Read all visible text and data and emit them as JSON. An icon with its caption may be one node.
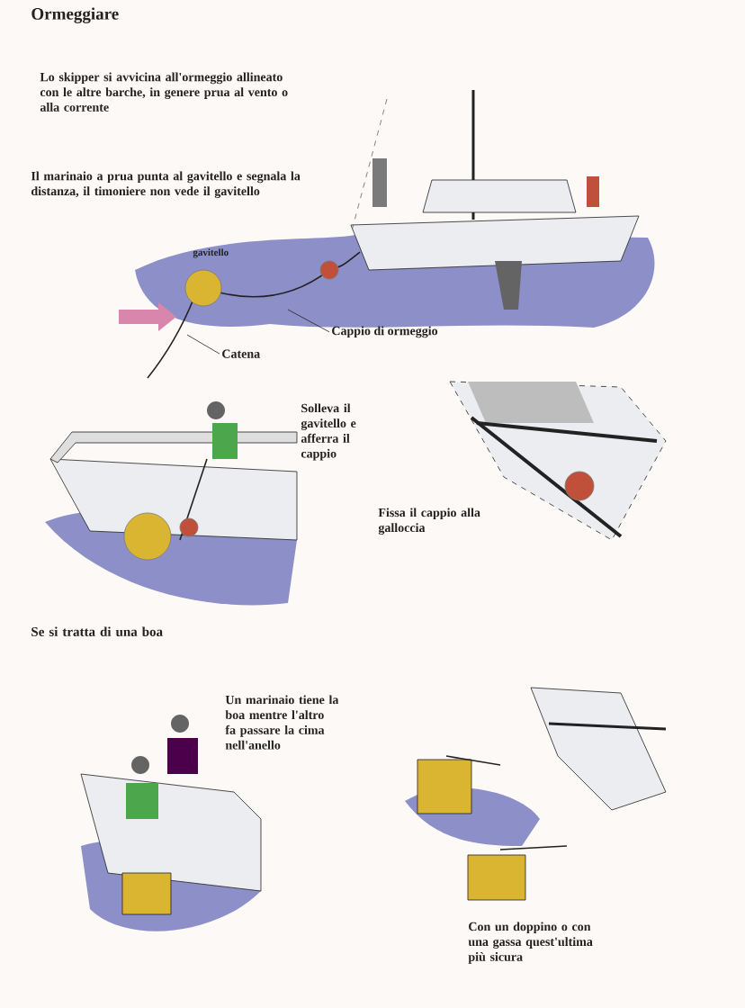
{
  "diagram": {
    "title": "Ormeggiare",
    "nodes": [
      {
        "text": [
          "Cappio di ormeggio"
        ]
      },
      {
        "text": [
          "Catena"
        ]
      }
    ],
    "edges": [
      {
        "from": 0,
        "to": null,
        "arrow": "none"
      },
      {
        "from": 1,
        "to": null,
        "arrow": "none"
      }
    ],
    "labels": [
      "Lo skipper si avvicina all'ormeggio allineato con le altre barche, in genere prua al vento o alla corrente",
      "Il marinaio a prua punta al gavitello e segnala la distanza, il timoniere non vede il gavitello",
      "gavitello",
      "Solleva il gavitello e afferra il cappio",
      "Fissa il cappio alla galloccia",
      "Se si tratta di una boa",
      "Un marinaio tiene la boa mentre l'altro fa passare la cima nell'anello",
      "Con un doppino o con una gassa quest'ultima più sicura"
    ]
  }
}
